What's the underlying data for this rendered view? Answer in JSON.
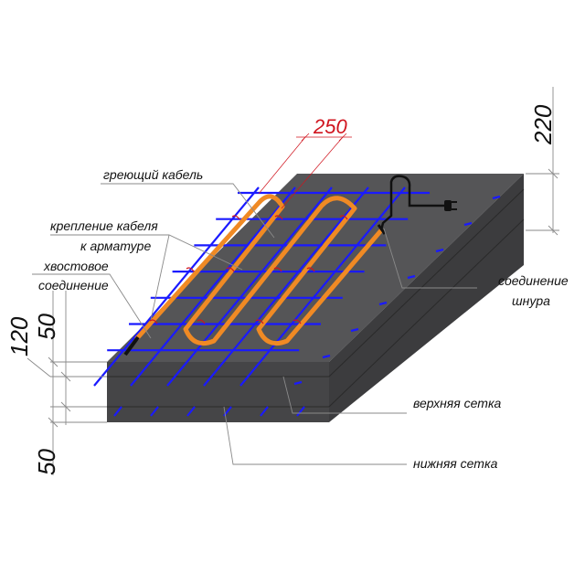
{
  "labels": {
    "heating_cable": "греющий кабель",
    "cable_fastening_1": "крепление кабеля",
    "cable_fastening_2": "к арматуре",
    "tail_joint_1": "хвостовое",
    "tail_joint_2": "соединение",
    "cord_joint_1": "соединение",
    "cord_joint_2": "шнура",
    "upper_mesh": "верхняя сетка",
    "lower_mesh": "нижняя сетка"
  },
  "dimensions": {
    "spacing": "250",
    "total_height": "220",
    "slab_thickness": "120",
    "upper_layer": "50",
    "lower_layer": "50"
  },
  "colors": {
    "concrete": "#4a4a4c",
    "rebar": "#1a1aff",
    "cable": "#f08a24",
    "dimension_red": "#d0141e"
  }
}
